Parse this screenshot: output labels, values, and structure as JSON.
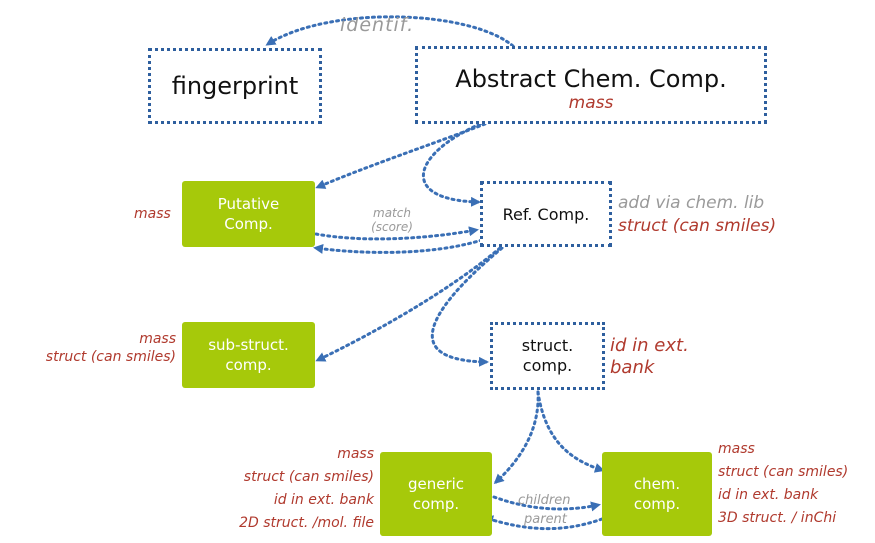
{
  "nodes": {
    "fingerprint": "fingerprint",
    "abstract": "Abstract Chem. Comp.",
    "abstract_attr": "mass",
    "putative": [
      "Putative",
      "Comp."
    ],
    "ref": "Ref. Comp.",
    "substruct": [
      "sub-struct.",
      "comp."
    ],
    "struct": [
      "struct.",
      "comp."
    ],
    "generic": [
      "generic",
      "comp."
    ],
    "chem": [
      "chem.",
      "comp."
    ]
  },
  "edges": {
    "identif": "identif.",
    "match": [
      "match",
      "(score)"
    ],
    "children": "children",
    "parent": "parent"
  },
  "annotations": {
    "putative_left": "mass",
    "ref_right_grey": "add via chem. lib",
    "ref_right": "struct (can smiles)",
    "substruct_left": [
      "mass",
      "struct (can smiles)"
    ],
    "struct_right": [
      "id in ext.",
      "bank"
    ],
    "generic_left": [
      "mass",
      "struct (can smiles)",
      "id in ext. bank",
      "2D struct. /mol. file"
    ],
    "chem_right": [
      "mass",
      "struct (can smiles)",
      "id in ext. bank",
      "3D struct. / inChi"
    ]
  },
  "colors": {
    "green": "#a6c90a",
    "blue": "#2e5f9e",
    "red": "#b03a2e",
    "grey": "#9a9a9a"
  }
}
